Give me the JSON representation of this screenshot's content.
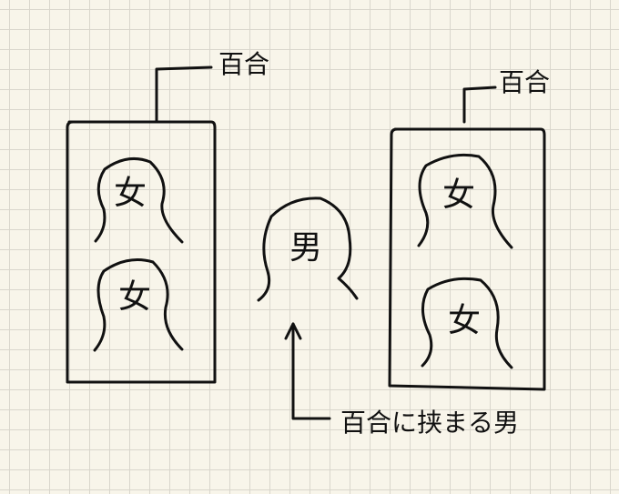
{
  "labels": {
    "left_group": "百合",
    "right_group": "百合",
    "bottom_caption": "百合に挟まる男"
  },
  "figures": {
    "left_top": "女",
    "left_bottom": "女",
    "center": "男",
    "right_top": "女",
    "right_bottom": "女"
  }
}
